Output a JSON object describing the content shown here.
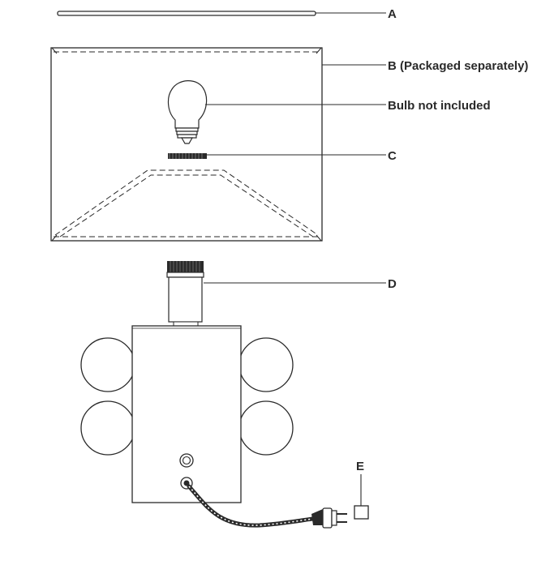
{
  "labels": {
    "a": "A",
    "b": "B (Packaged separately)",
    "bulb": "Bulb not included",
    "c": "C",
    "d": "D",
    "e": "E"
  }
}
